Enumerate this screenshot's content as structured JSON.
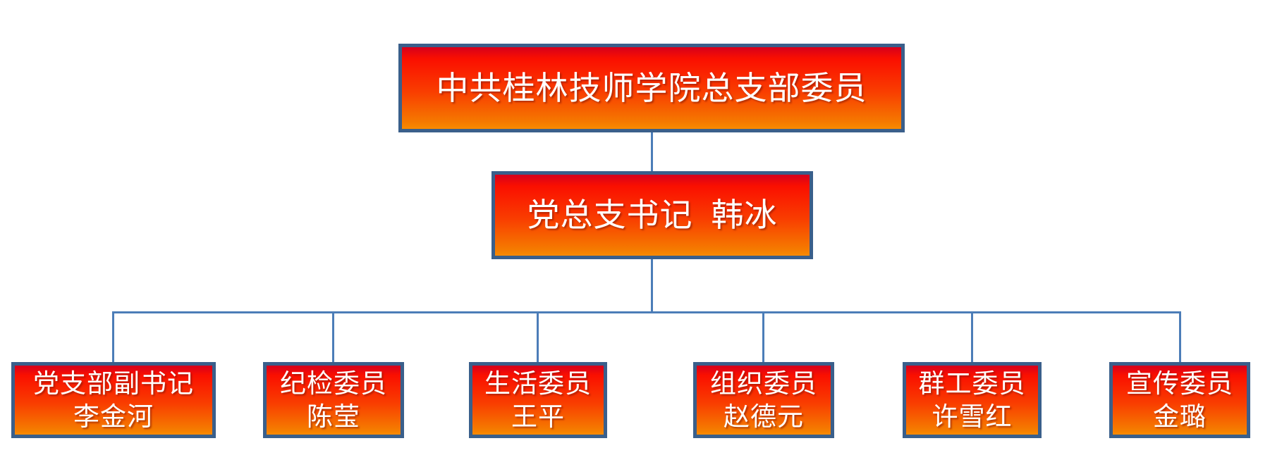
{
  "diagram": {
    "type": "org-chart",
    "root": {
      "label": "中共桂林技师学院总支部委员"
    },
    "secretary": {
      "role": "党总支书记",
      "name": "韩冰"
    },
    "members": [
      {
        "role": "党支部副书记",
        "name": "李金河"
      },
      {
        "role": "纪检委员",
        "name": "陈莹"
      },
      {
        "role": "生活委员",
        "name": "王平"
      },
      {
        "role": "组织委员",
        "name": "赵德元"
      },
      {
        "role": "群工委员",
        "name": "许雪红"
      },
      {
        "role": "宣传委员",
        "name": "金璐"
      }
    ],
    "colors": {
      "box_border": "#3a5f8b",
      "connector_line": "#4c7db8",
      "box_gradient_top": "#d6001c",
      "box_gradient_middle": "#f93e00",
      "box_gradient_bottom": "#f88b00",
      "text": "#ffffff"
    }
  }
}
